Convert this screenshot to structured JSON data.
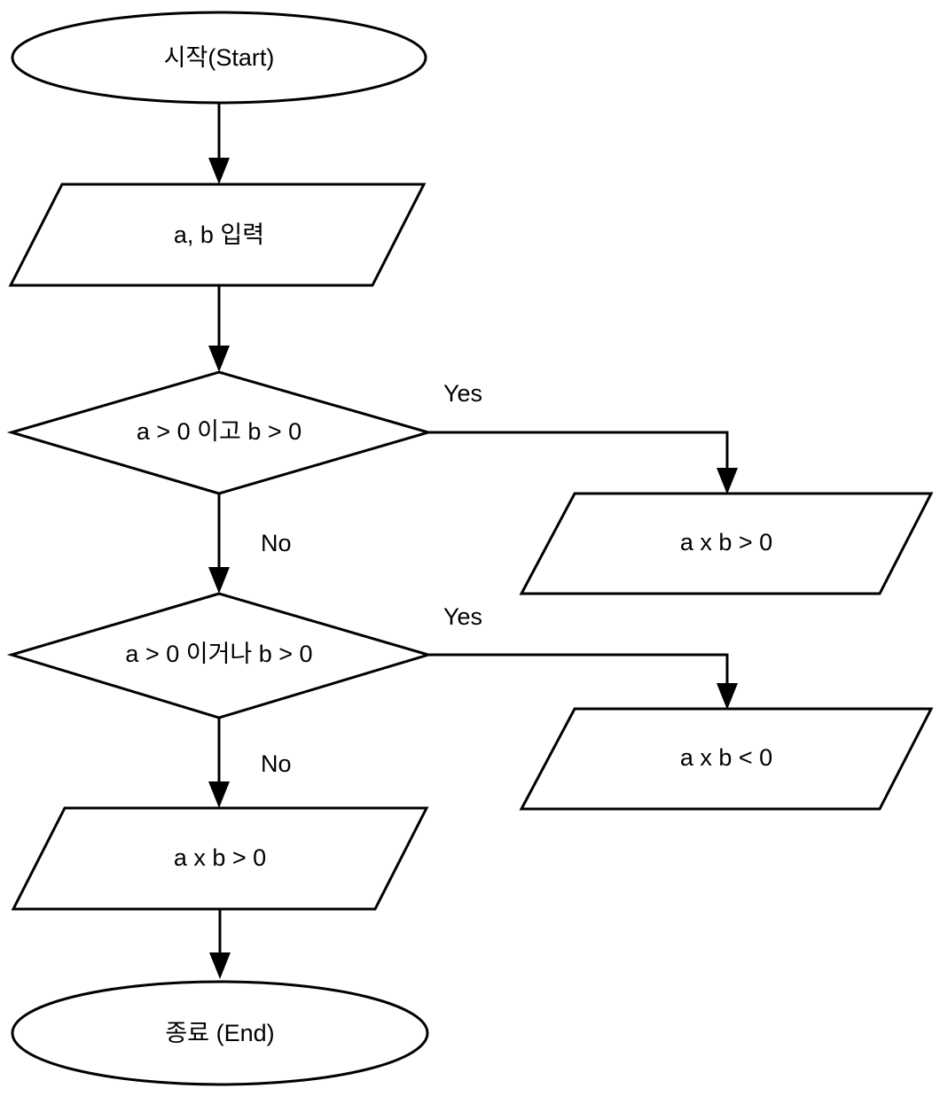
{
  "diagram": {
    "type": "flowchart",
    "orientation": "top-to-bottom",
    "background_color": "#ffffff",
    "line_color": "#000000",
    "text_color": "#000000",
    "nodes": {
      "start": {
        "shape": "ellipse",
        "label": "시작(Start)"
      },
      "input_ab": {
        "shape": "parallelogram",
        "label": "a, b 입력"
      },
      "decision_and": {
        "shape": "diamond",
        "label": "a > 0 이고 b > 0"
      },
      "output_and_yes": {
        "shape": "parallelogram",
        "label": "a x b > 0"
      },
      "decision_or": {
        "shape": "diamond",
        "label": "a > 0 이거나 b > 0"
      },
      "output_or_yes": {
        "shape": "parallelogram",
        "label": "a x b < 0"
      },
      "output_both_no": {
        "shape": "parallelogram",
        "label": "a x b > 0"
      },
      "end": {
        "shape": "ellipse",
        "label": "종료 (End)"
      }
    },
    "edge_labels": {
      "and_yes": "Yes",
      "and_no": "No",
      "or_yes": "Yes",
      "or_no": "No"
    },
    "edges": [
      {
        "from": "start",
        "to": "input_ab",
        "label": ""
      },
      {
        "from": "input_ab",
        "to": "decision_and",
        "label": ""
      },
      {
        "from": "decision_and",
        "to": "output_and_yes",
        "label": "Yes"
      },
      {
        "from": "decision_and",
        "to": "decision_or",
        "label": "No"
      },
      {
        "from": "decision_or",
        "to": "output_or_yes",
        "label": "Yes"
      },
      {
        "from": "decision_or",
        "to": "output_both_no",
        "label": "No"
      },
      {
        "from": "output_both_no",
        "to": "end",
        "label": ""
      }
    ]
  }
}
